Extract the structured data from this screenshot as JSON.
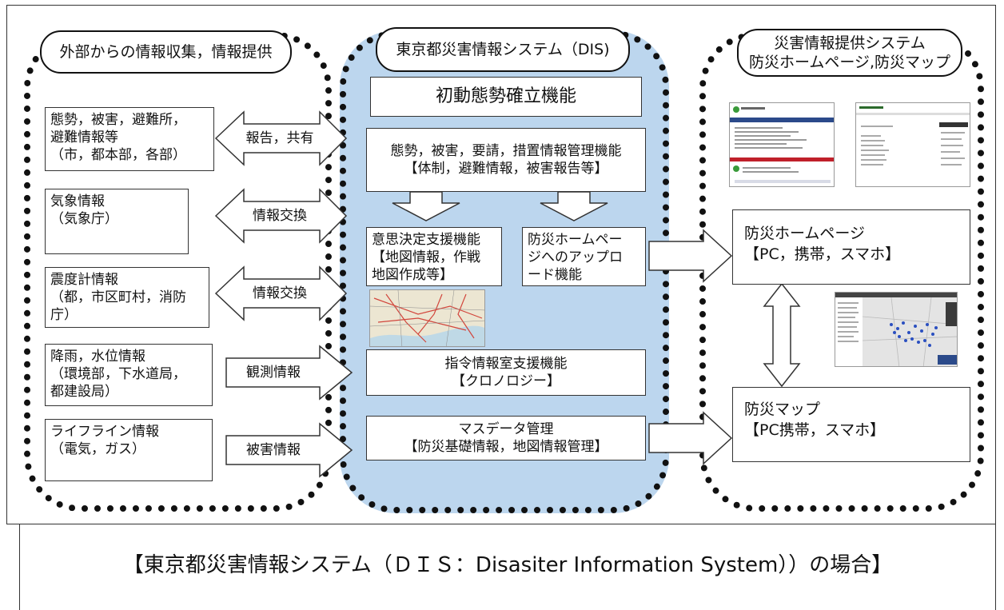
{
  "groups": {
    "left_title": "外部からの情報収集，情報提供",
    "mid_title": "東京都災害情報システム（DIS)",
    "right_title": "災害情報提供システム\n防災ホームページ,防災マップ"
  },
  "left_boxes": [
    {
      "text": "態勢，被害，避難所，\n避難情報等\n（市，都本部，各部）"
    },
    {
      "text": "気象情報\n（気象庁）"
    },
    {
      "text": "震度計情報\n（都，市区町村，消防\n庁）"
    },
    {
      "text": "降雨，水位情報\n（環境部，下水道局，\n都建設局）"
    },
    {
      "text": "ライフライン情報\n（電気，ガス）"
    }
  ],
  "arrows": [
    {
      "label": "報告，共有"
    },
    {
      "label": "情報交換"
    },
    {
      "label": "情報交換"
    },
    {
      "label": "観測情報"
    },
    {
      "label": "被害情報"
    }
  ],
  "mid_boxes": {
    "initial": "初動態勢確立機能",
    "management": "態勢，被害，要請，措置情報管理機能\n【体制，避難情報，被害報告等】",
    "decision": "意思決定支援機能\n【地図情報，作戦\n地図作成等】",
    "upload": "防災ホームペー\nジへのアップロ\nード機能",
    "command": "指令情報室支援機能\n【クロノロジー】",
    "mass_data": "マスデータ管理\n【防災基礎情報，地図情報管理】"
  },
  "right_boxes": {
    "homepage": "防災ホームページ\n【PC，携帯，スマホ】",
    "map": "防災マップ\n【PC携帯，スマホ】"
  },
  "caption": "【東京都災害情報システム（ＤＩＳ：Disasiter Information System））の場合】",
  "colors": {
    "mid_fill": "#bcd6ee",
    "dots": "#111111",
    "border": "#333333"
  }
}
